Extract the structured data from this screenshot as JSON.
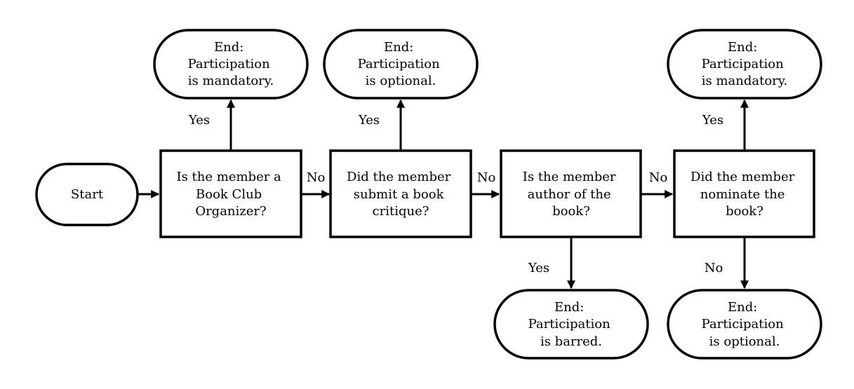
{
  "nodes": {
    "start": {
      "lines": [
        "Start"
      ]
    },
    "q_organizer": {
      "lines": [
        "Is the member a",
        "Book Club",
        "Organizer?"
      ]
    },
    "q_critique": {
      "lines": [
        "Did the member",
        "submit a book",
        "critique?"
      ]
    },
    "q_author": {
      "lines": [
        "Is the member",
        "author of the",
        "book?"
      ]
    },
    "q_nominate": {
      "lines": [
        "Did the member",
        "nominate the",
        "book?"
      ]
    },
    "end_mandatory_1": {
      "lines": [
        "End:",
        "Participation",
        "is mandatory."
      ]
    },
    "end_optional_1": {
      "lines": [
        "End:",
        "Participation",
        "is optional."
      ]
    },
    "end_barred": {
      "lines": [
        "End:",
        "Participation",
        "is barred."
      ]
    },
    "end_mandatory_2": {
      "lines": [
        "End:",
        "Participation",
        "is mandatory."
      ]
    },
    "end_optional_2": {
      "lines": [
        "End:",
        "Participation",
        "is optional."
      ]
    }
  },
  "edges": {
    "organizer_yes": "Yes",
    "organizer_no": "No",
    "critique_yes": "Yes",
    "critique_no": "No",
    "author_yes": "Yes",
    "author_no": "No",
    "nominate_yes": "Yes",
    "nominate_no": "No"
  }
}
